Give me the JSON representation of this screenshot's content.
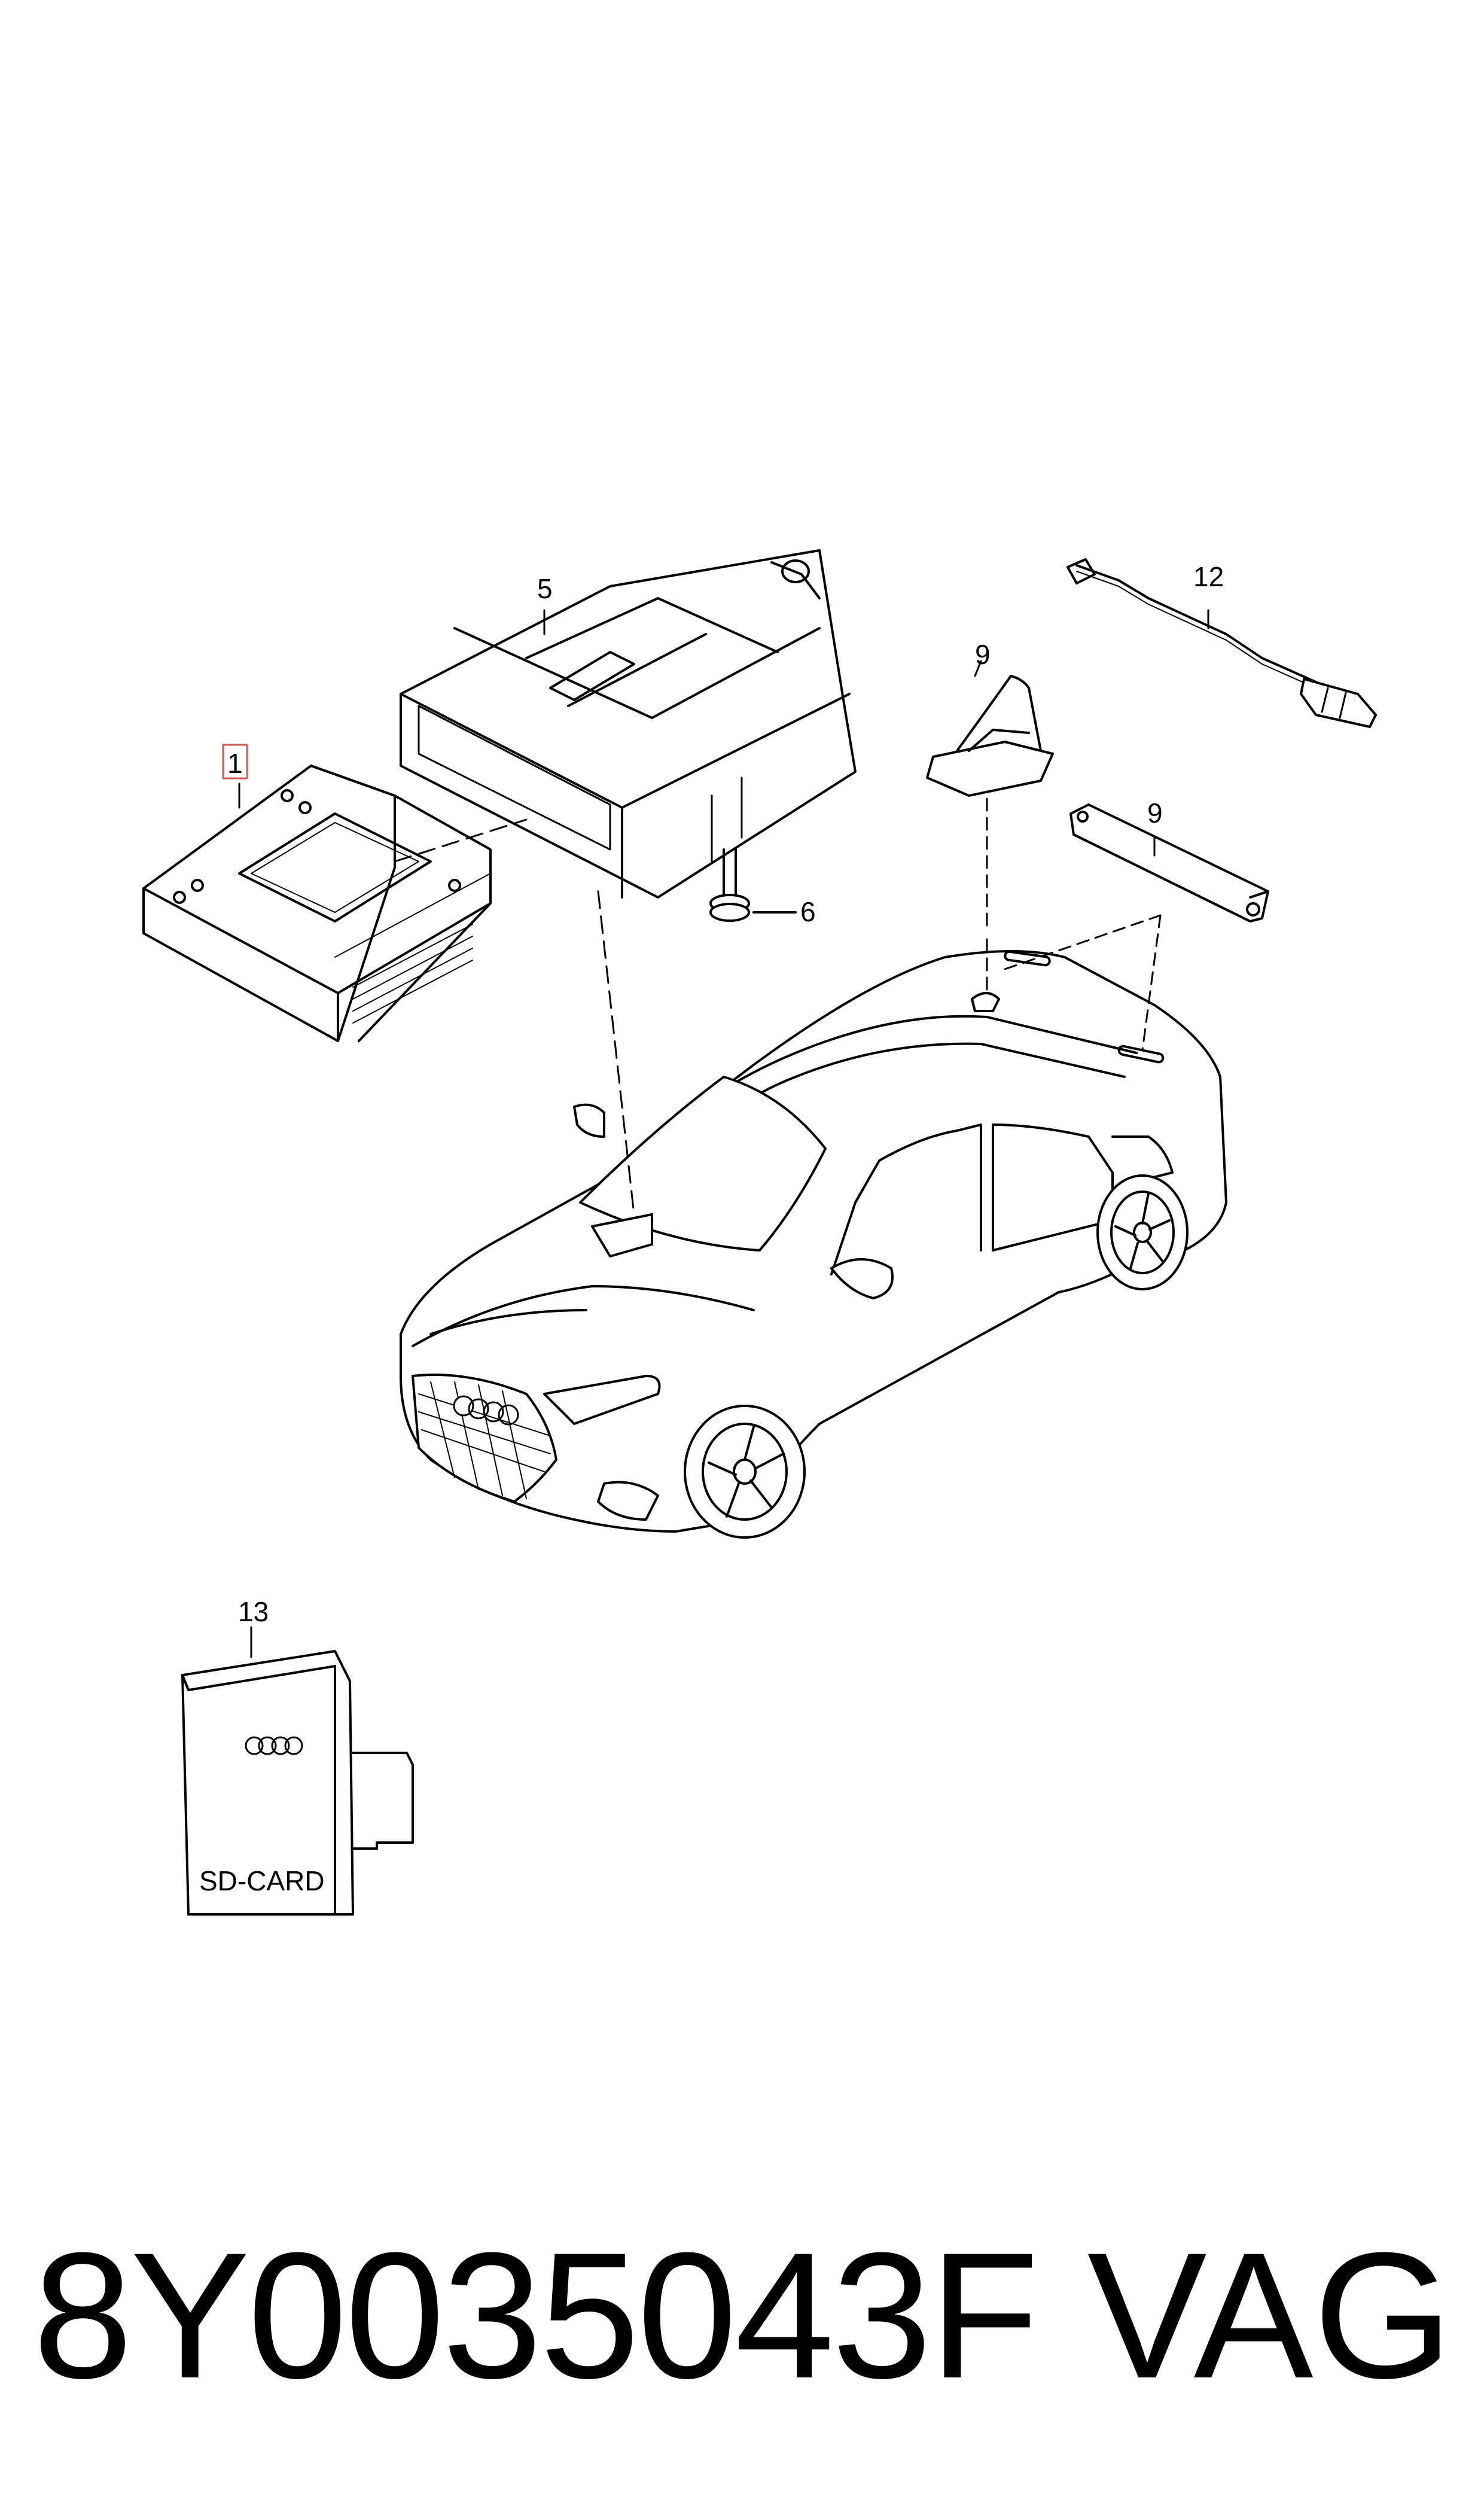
{
  "labels": {
    "p1": "1",
    "p5": "5",
    "p6": "6",
    "p9a": "9",
    "p9b": "9",
    "p12": "12",
    "p13": "13"
  },
  "sd_card_label": "SD-CARD",
  "part_number": "8Y0035043F",
  "brand": "VAG",
  "colors": {
    "line": "#000000",
    "highlight_box": "#d9534f",
    "background": "#ffffff"
  }
}
